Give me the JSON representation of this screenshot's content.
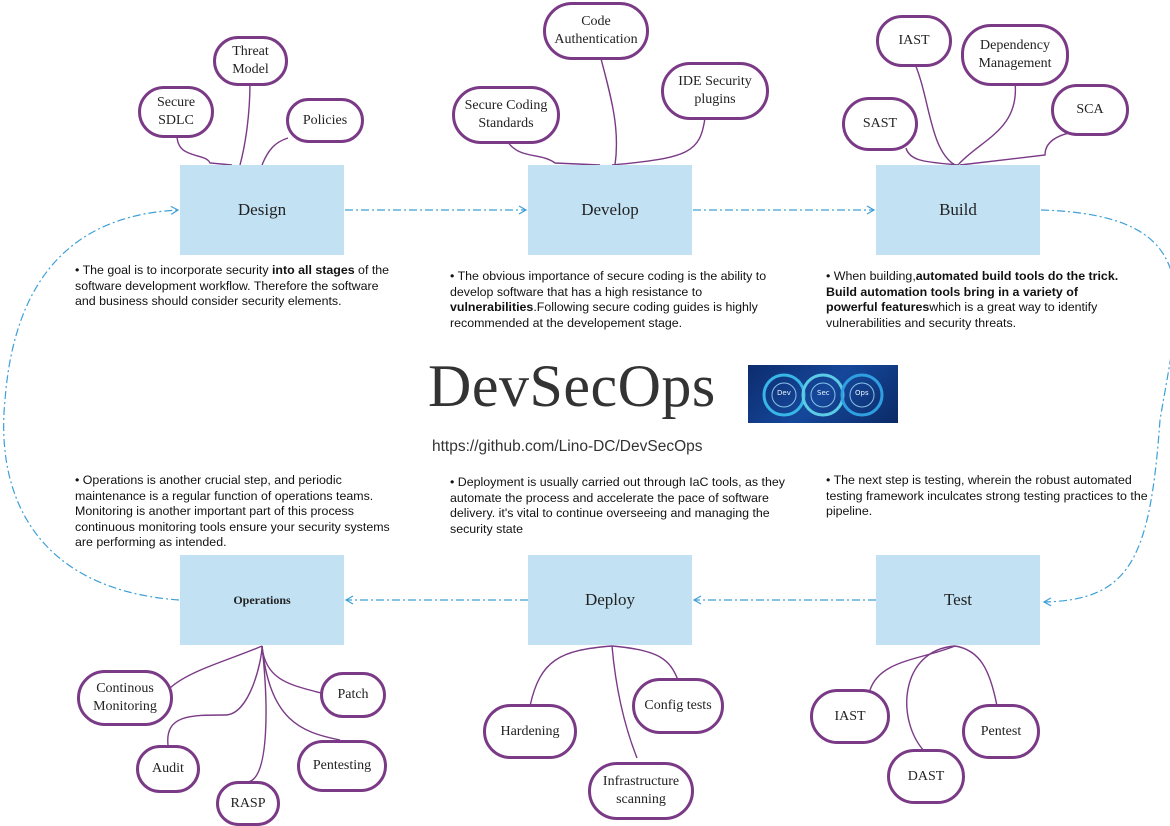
{
  "title": "DevSecOps",
  "url": "https://github.com/Lino-DC/DevSecOps",
  "logo": {
    "labels": [
      "Dev",
      "Sec",
      "Ops"
    ]
  },
  "stages": {
    "design": "Design",
    "develop": "Develop",
    "build": "Build",
    "test": "Test",
    "deploy": "Deploy",
    "operations": "Operations"
  },
  "pills": {
    "design": [
      "Secure\nSDLC",
      "Threat\nModel",
      "Policies"
    ],
    "develop": [
      "Secure Coding\nStandards",
      "Code\nAuthentication",
      "IDE Security\nplugins"
    ],
    "build": [
      "SAST",
      "IAST",
      "Dependency\nManagement",
      "SCA"
    ],
    "test": [
      "IAST",
      "DAST",
      "Pentest"
    ],
    "deploy": [
      "Hardening",
      "Infrastructure\nscanning",
      "Config tests"
    ],
    "operations": [
      "Continous\nMonitoring",
      "Audit",
      "RASP",
      "Pentesting",
      "Patch"
    ]
  },
  "descriptions": {
    "design": {
      "a": "The goal is to incorporate security ",
      "b": "into all stages",
      "c": " of the software development workflow. Therefore the software and business should consider security elements."
    },
    "develop": {
      "a": "The obvious importance of secure coding is the ability to develop software that has a high resistance to ",
      "b": "vulnerabilities",
      "c": ".Following secure coding guides is highly recommended at the developement stage."
    },
    "build": {
      "a": " When building,",
      "b": "automated build tools do the trick.",
      "c": " ",
      "d": "Build automation tools bring in a variety of powerful features",
      "e": "which is a great way to identify vulnerabilities and security threats."
    },
    "operations": "Operations is another crucial step, and periodic maintenance is a regular function of operations teams. Monitoring is another important part of this process continuous monitoring tools ensure your security systems are performing as intended.",
    "deploy": "Deployment is usually carried out through IaC tools, as they automate the process and accelerate the pace of software delivery. it's vital to continue overseeing and managing the security state",
    "test": "The next step is testing, wherein the robust automated testing framework inculcates strong testing practices to the pipeline."
  },
  "colors": {
    "stage_fill": "#c2e2f4",
    "pill_border": "#7a3a86",
    "flow_arrow": "#3da0d8"
  }
}
